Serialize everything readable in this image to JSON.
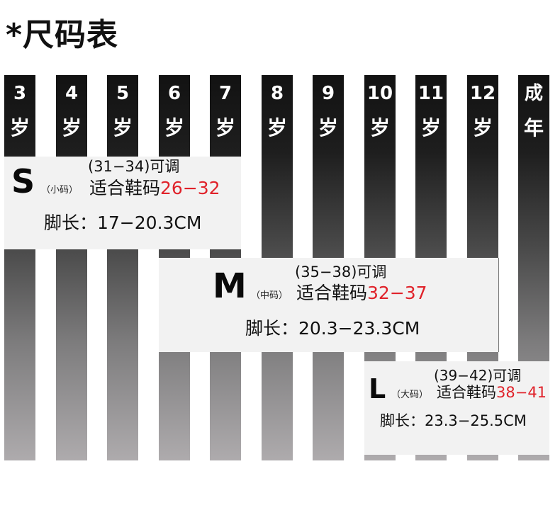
{
  "title": "*尺码表",
  "columns": [
    {
      "num": "3",
      "unit": "岁"
    },
    {
      "num": "4",
      "unit": "岁"
    },
    {
      "num": "5",
      "unit": "岁"
    },
    {
      "num": "6",
      "unit": "岁"
    },
    {
      "num": "7",
      "unit": "岁"
    },
    {
      "num": "8",
      "unit": "岁"
    },
    {
      "num": "9",
      "unit": "岁"
    },
    {
      "num": "10",
      "unit": "岁"
    },
    {
      "num": "11",
      "unit": "岁"
    },
    {
      "num": "12",
      "unit": "岁"
    },
    {
      "num": "成",
      "unit": "年"
    }
  ],
  "sizes": {
    "s": {
      "letter": "S",
      "label": "（小码）",
      "adjustable": "(31−34)可调",
      "fit_prefix": "适合鞋码",
      "fit_range": "26−32",
      "foot": "脚长：17−20.3CM"
    },
    "m": {
      "letter": "M",
      "label": "（中码）",
      "adjustable": "(35−38)可调",
      "fit_prefix": "适合鞋码",
      "fit_range": "32−37",
      "foot": "脚长：20.3−23.3CM"
    },
    "l": {
      "letter": "L",
      "label": "（大码）",
      "adjustable": "(39−42)可调",
      "fit_prefix": "适合鞋码",
      "fit_range": "38−41",
      "foot": "脚长：23.3−25.5CM"
    }
  },
  "colors": {
    "accent_red": "#e0222a",
    "column_dark": "#121212",
    "column_light": "#aeabad",
    "panel_bg": "#f2f2f2"
  }
}
